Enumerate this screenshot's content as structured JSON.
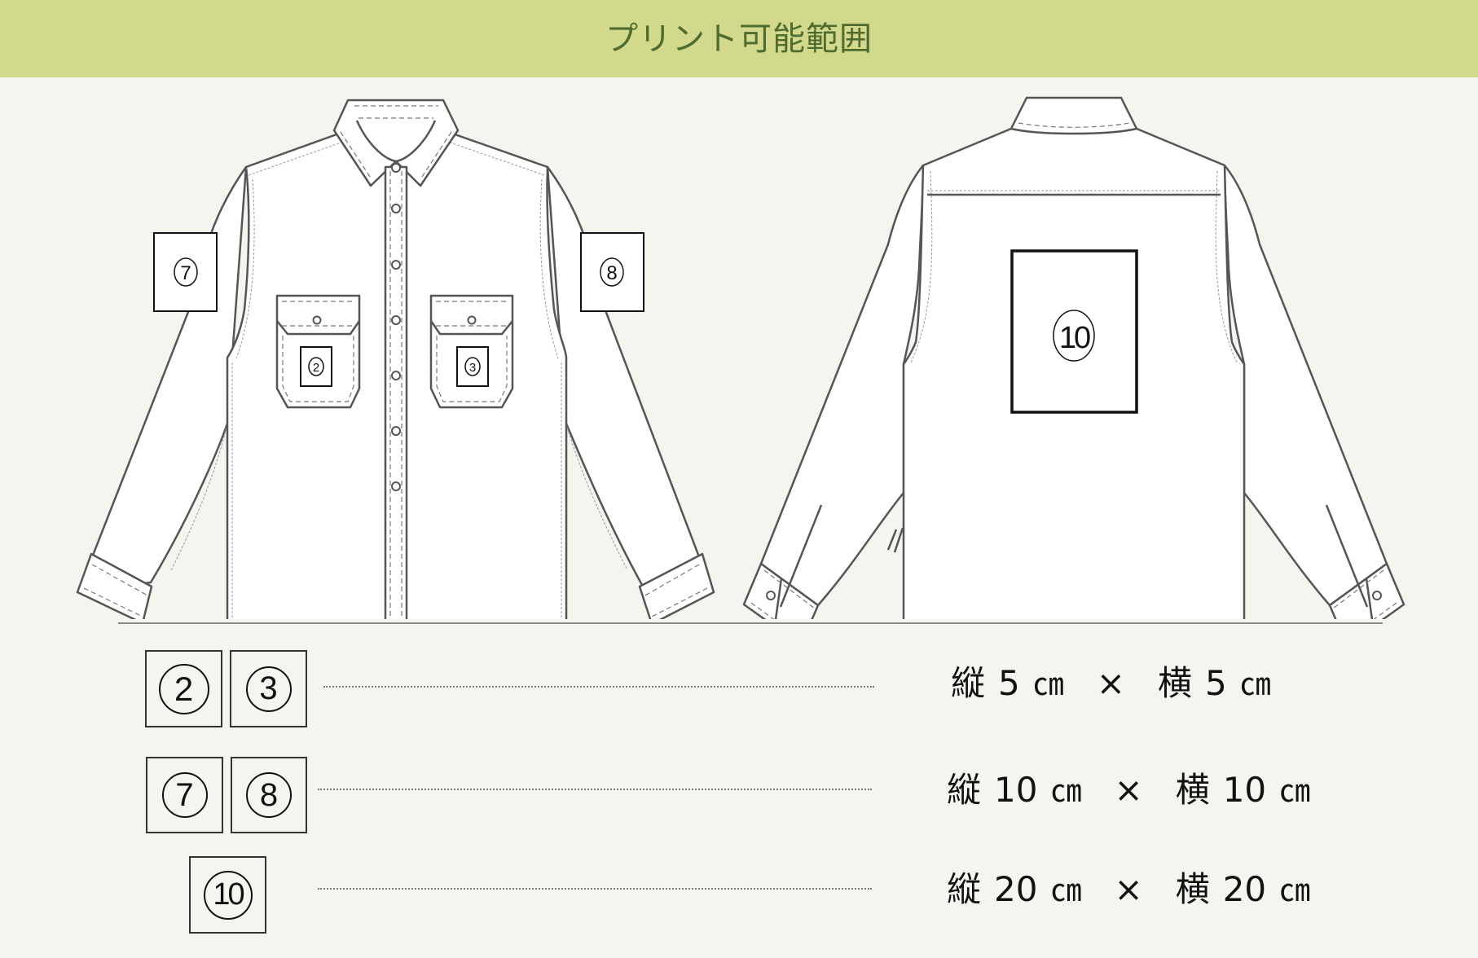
{
  "header": {
    "title": "プリント可能範囲",
    "background_color": "#d3d98c",
    "title_color": "#4f6b2e"
  },
  "page": {
    "background_color": "#f5f4ef"
  },
  "diagram": {
    "front_view": {
      "print_areas": [
        {
          "id": "7",
          "label": "⑦",
          "location": "left-sleeve"
        },
        {
          "id": "2",
          "label": "②",
          "location": "left-chest-pocket"
        },
        {
          "id": "3",
          "label": "③",
          "location": "right-chest-pocket"
        },
        {
          "id": "8",
          "label": "⑧",
          "location": "right-sleeve"
        }
      ]
    },
    "back_view": {
      "print_areas": [
        {
          "id": "10",
          "label": "⑩",
          "location": "back-center"
        }
      ]
    }
  },
  "legend": {
    "rows": [
      {
        "badges": [
          "2",
          "3"
        ],
        "vertical_label": "縦",
        "vertical_value": "5",
        "unit1": "㎝",
        "times": "×",
        "horizontal_label": "横",
        "horizontal_value": "5",
        "unit2": "㎝"
      },
      {
        "badges": [
          "7",
          "8"
        ],
        "vertical_label": "縦",
        "vertical_value": "10",
        "unit1": "㎝",
        "times": "×",
        "horizontal_label": "横",
        "horizontal_value": "10",
        "unit2": "㎝"
      },
      {
        "badges": [
          "10"
        ],
        "vertical_label": "縦",
        "vertical_value": "20",
        "unit1": "㎝",
        "times": "×",
        "horizontal_label": "横",
        "horizontal_value": "20",
        "unit2": "㎝"
      }
    ]
  }
}
